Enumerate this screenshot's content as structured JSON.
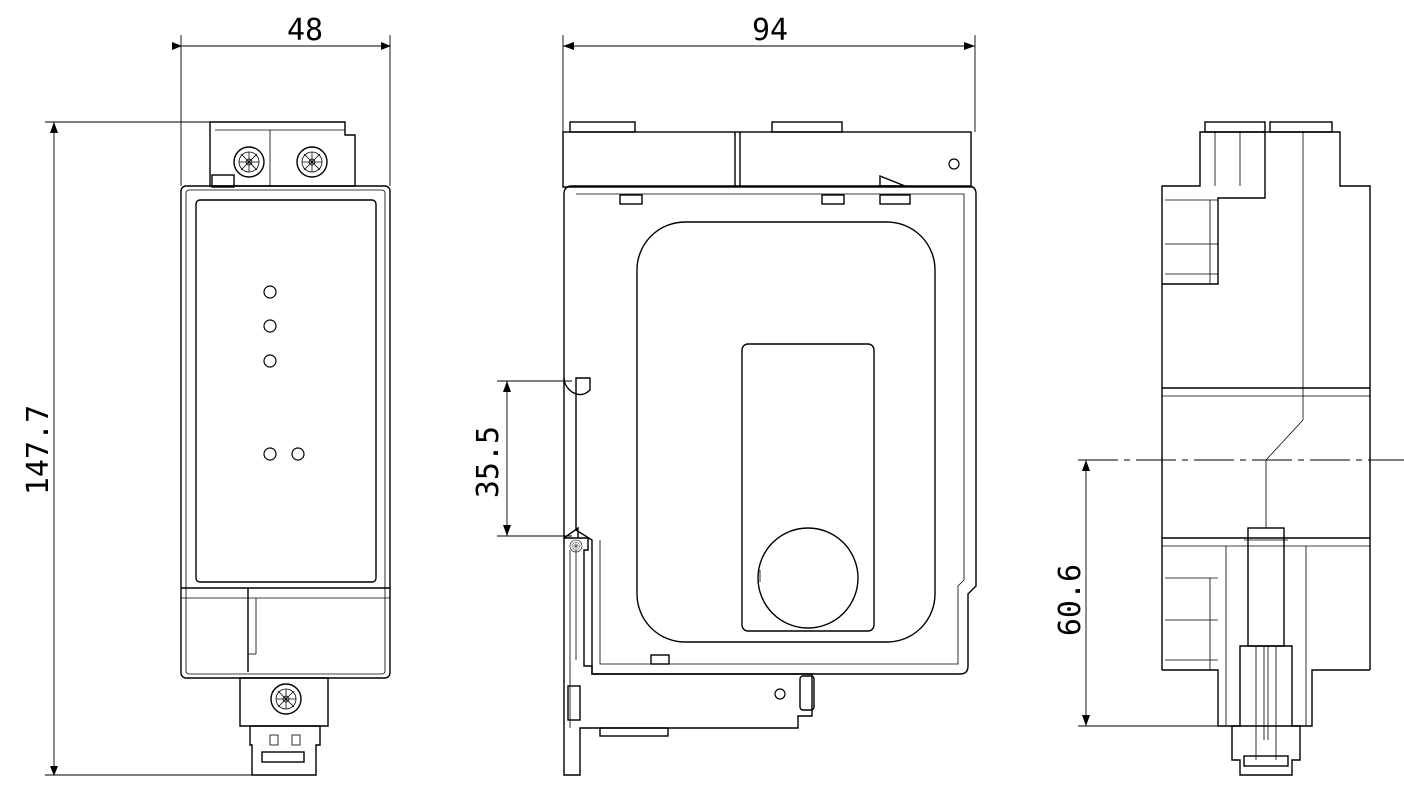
{
  "dimensions": {
    "width_front": "48",
    "width_side": "94",
    "height_total": "147.7",
    "rail_height": "35.5",
    "center_offset": "60.6"
  },
  "colors": {
    "line": "#000000",
    "background": "#ffffff"
  },
  "icons": [
    "screw-terminal-icon",
    "led-indicator-icon"
  ]
}
